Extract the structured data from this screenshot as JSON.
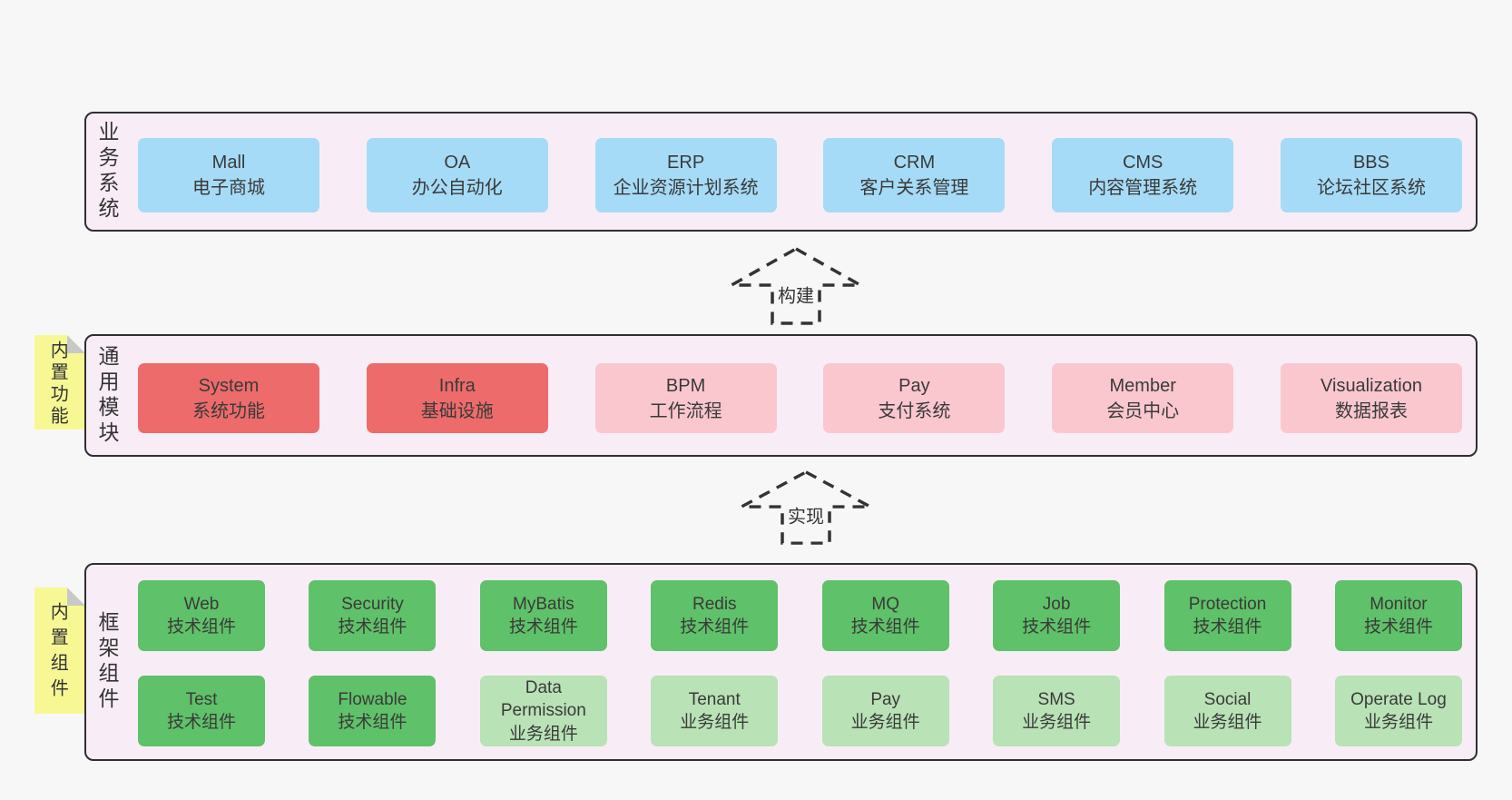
{
  "colors": {
    "page_bg": "#f7f7f7",
    "band_bg": "#f8edf6",
    "band_border": "#2f2f2f",
    "blue_box": "#a6dbf7",
    "red_box": "#ee6b6b",
    "pink_box": "#fac7cf",
    "green_dark_box": "#5fc169",
    "green_light_box": "#b9e2b6",
    "sticky_yellow": "#f7f894",
    "sticky_fold": "#c8c8c8",
    "text": "#333333"
  },
  "arrows": {
    "build": {
      "label": "构建"
    },
    "implement": {
      "label": "实现"
    }
  },
  "bands": {
    "business": {
      "label": "业务系统",
      "boxes": [
        {
          "name": "Mall",
          "desc": "电子商城",
          "type": "blue"
        },
        {
          "name": "OA",
          "desc": "办公自动化",
          "type": "blue"
        },
        {
          "name": "ERP",
          "desc": "企业资源计划系统",
          "type": "blue"
        },
        {
          "name": "CRM",
          "desc": "客户关系管理",
          "type": "blue"
        },
        {
          "name": "CMS",
          "desc": "内容管理系统",
          "type": "blue"
        },
        {
          "name": "BBS",
          "desc": "论坛社区系统",
          "type": "blue"
        }
      ]
    },
    "modules": {
      "label": "通用模块",
      "sticky": "内置功能",
      "boxes": [
        {
          "name": "System",
          "desc": "系统功能",
          "type": "red"
        },
        {
          "name": "Infra",
          "desc": "基础设施",
          "type": "red"
        },
        {
          "name": "BPM",
          "desc": "工作流程",
          "type": "pink"
        },
        {
          "name": "Pay",
          "desc": "支付系统",
          "type": "pink"
        },
        {
          "name": "Member",
          "desc": "会员中心",
          "type": "pink"
        },
        {
          "name": "Visualization",
          "desc": "数据报表",
          "type": "pink"
        }
      ]
    },
    "framework": {
      "label": "框架组件",
      "sticky": "内置组件",
      "row1": [
        {
          "name": "Web",
          "desc": "技术组件",
          "type": "green_dark"
        },
        {
          "name": "Security",
          "desc": "技术组件",
          "type": "green_dark"
        },
        {
          "name": "MyBatis",
          "desc": "技术组件",
          "type": "green_dark"
        },
        {
          "name": "Redis",
          "desc": "技术组件",
          "type": "green_dark"
        },
        {
          "name": "MQ",
          "desc": "技术组件",
          "type": "green_dark"
        },
        {
          "name": "Job",
          "desc": "技术组件",
          "type": "green_dark"
        },
        {
          "name": "Protection",
          "desc": "技术组件",
          "type": "green_dark"
        },
        {
          "name": "Monitor",
          "desc": "技术组件",
          "type": "green_dark"
        }
      ],
      "row2": [
        {
          "name": "Test",
          "desc": "技术组件",
          "type": "green_dark"
        },
        {
          "name": "Flowable",
          "desc": "技术组件",
          "type": "green_dark"
        },
        {
          "name": "Data Permission",
          "desc": "业务组件",
          "type": "green_light"
        },
        {
          "name": "Tenant",
          "desc": "业务组件",
          "type": "green_light"
        },
        {
          "name": "Pay",
          "desc": "业务组件",
          "type": "green_light"
        },
        {
          "name": "SMS",
          "desc": "业务组件",
          "type": "green_light"
        },
        {
          "name": "Social",
          "desc": "业务组件",
          "type": "green_light"
        },
        {
          "name": "Operate Log",
          "desc": "业务组件",
          "type": "green_light"
        }
      ]
    }
  }
}
